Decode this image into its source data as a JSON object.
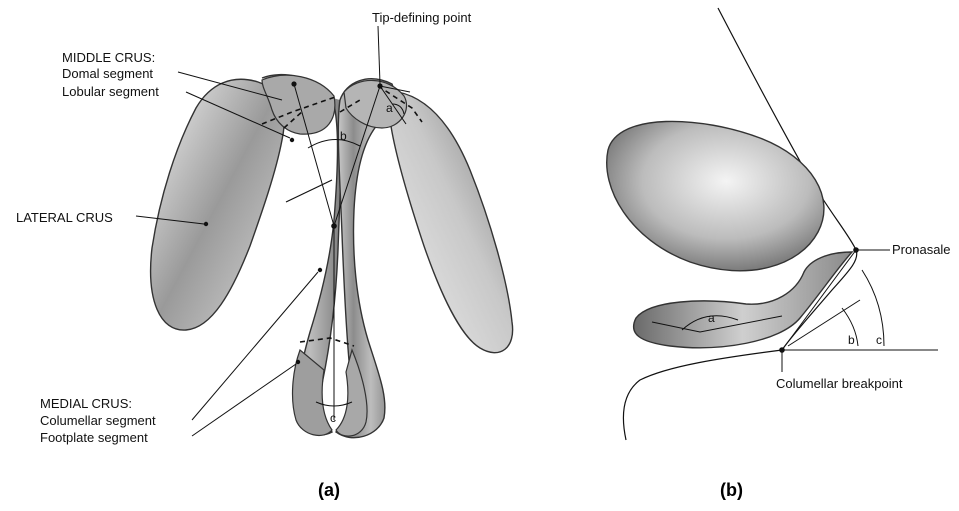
{
  "panel_a": {
    "labels": {
      "tip_defining_point": "Tip-defining point",
      "middle_crus": "MIDDLE CRUS:",
      "domal_segment": "Domal segment",
      "lobular_segment": "Lobular segment",
      "lateral_crus": "LATERAL CRUS",
      "medial_crus": "MEDIAL CRUS:",
      "columellar_segment": "Columellar segment",
      "footplate_segment": "Footplate segment"
    },
    "angles": {
      "a": "a",
      "b": "b",
      "c": "c"
    },
    "caption": "(a)"
  },
  "panel_b": {
    "labels": {
      "pronasale": "Pronasale",
      "columellar_breakpoint": "Columellar breakpoint"
    },
    "angles": {
      "a": "a",
      "b": "b",
      "c": "c"
    },
    "caption": "(b)"
  }
}
